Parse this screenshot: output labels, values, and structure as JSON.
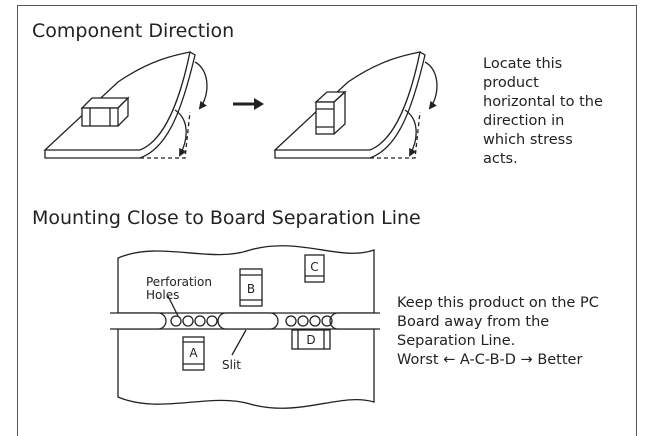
{
  "section1": {
    "title": "Component Direction",
    "note": "Locate this product horizontal to the direction in which stress acts."
  },
  "section2": {
    "title": "Mounting Close to Board Separation Line",
    "labels": {
      "perforation_line1": "Perforation",
      "perforation_line2": "Holes",
      "slit": "Slit",
      "a": "A",
      "b": "B",
      "c": "C",
      "d": "D"
    },
    "note_line1": "Keep this product on the PC",
    "note_line2": "Board away from the",
    "note_line3": "Separation Line.",
    "note_line4": "Worst ← A-C-B-D → Better"
  }
}
